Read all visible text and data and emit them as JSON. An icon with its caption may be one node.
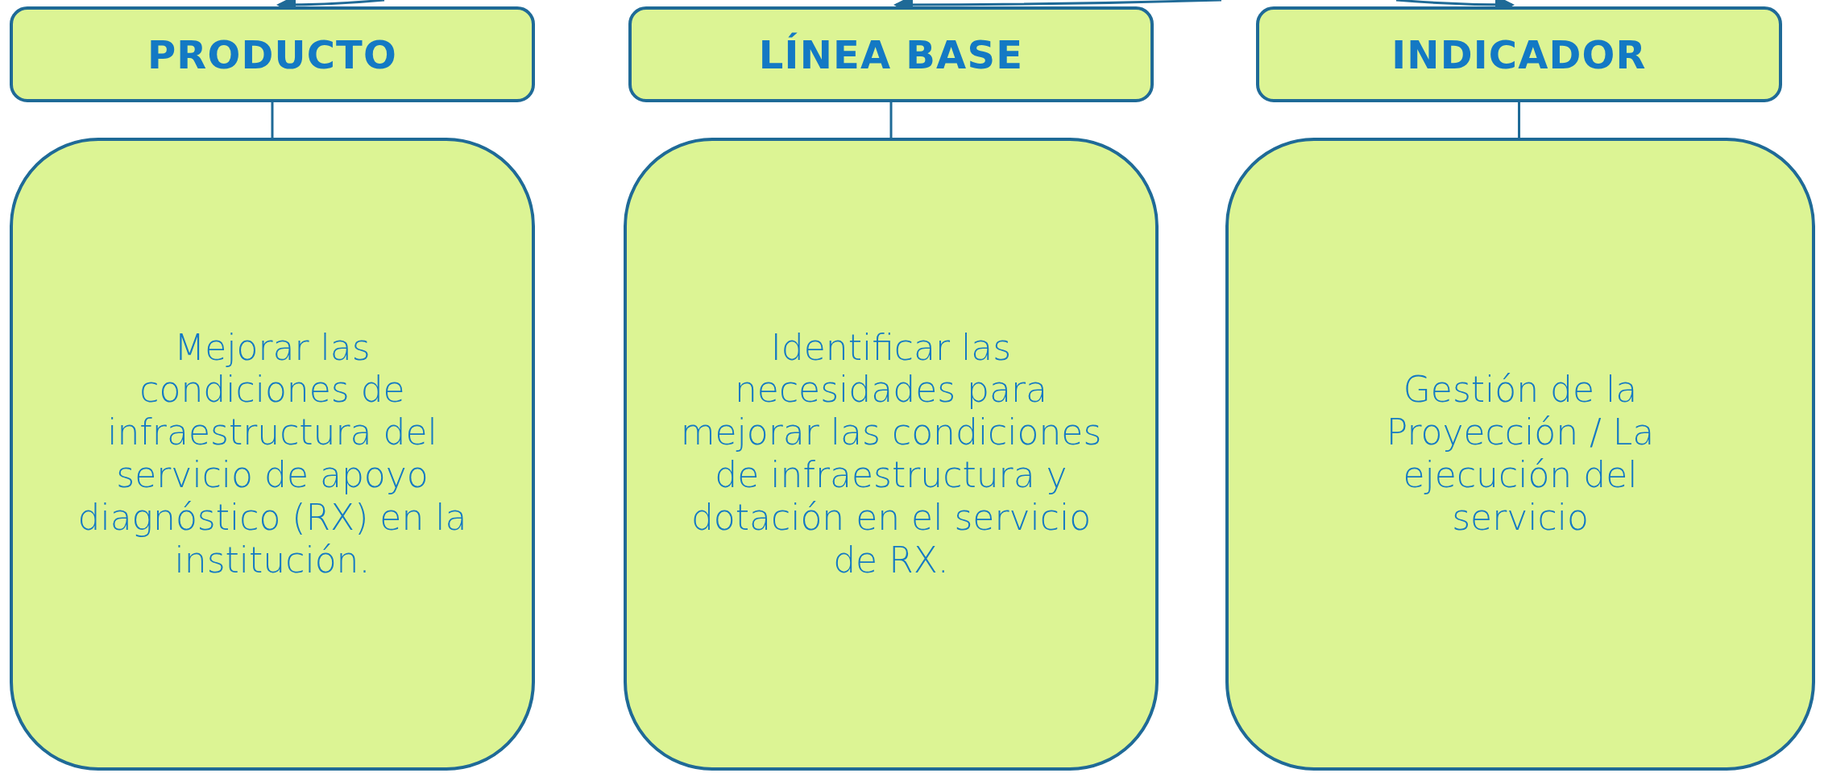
{
  "diagram": {
    "nodes": [
      {
        "text": [
          "PRODUCTO"
        ]
      },
      {
        "text": [
          "LÍNEA BASE"
        ]
      },
      {
        "text": [
          "INDICADOR"
        ]
      },
      {
        "text": [
          "Mejorar las condiciones de infraestructura del servicio de apoyo diagnóstico (RX) en la institución."
        ]
      },
      {
        "text": [
          "Identificar las necesidades para mejorar las condiciones de infraestructura y dotación en el servicio de RX."
        ]
      },
      {
        "text": [
          "Gestión de la Proyección / La ejecución del servicio"
        ]
      }
    ],
    "edges": [
      {
        "from": null,
        "to": 0,
        "arrow": "to"
      },
      {
        "from": null,
        "to": 1,
        "arrow": "to"
      },
      {
        "from": null,
        "to": 2,
        "arrow": "to"
      },
      {
        "from": 0,
        "to": 3,
        "arrow": "none"
      },
      {
        "from": 1,
        "to": 4,
        "arrow": "none"
      },
      {
        "from": 2,
        "to": 5,
        "arrow": "none"
      }
    ]
  }
}
